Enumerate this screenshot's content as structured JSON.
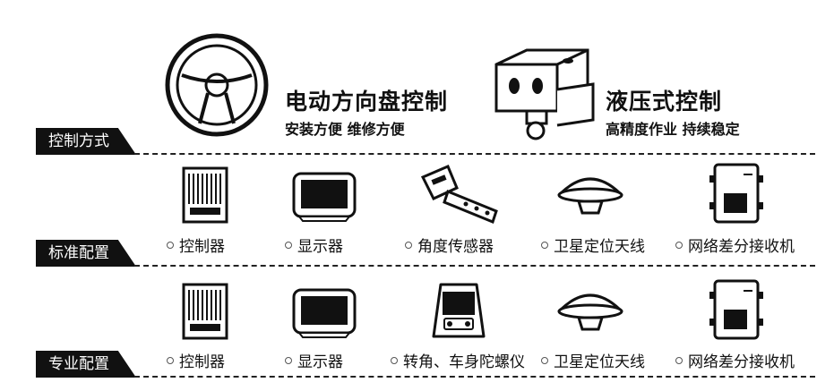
{
  "sections": [
    {
      "label": "控制方式"
    },
    {
      "label": "标准配置"
    },
    {
      "label": "专业配置"
    }
  ],
  "control_methods": [
    {
      "title": "电动方向盘控制",
      "subtitle": "安装方便 维修方便",
      "icon": "steering-wheel-icon"
    },
    {
      "title": "液压式控制",
      "subtitle": "高精度作业 持续稳定",
      "icon": "hydraulic-valve-icon"
    }
  ],
  "standard_items": [
    {
      "label": "控制器",
      "icon": "controller-icon"
    },
    {
      "label": "显示器",
      "icon": "display-icon"
    },
    {
      "label": "角度传感器",
      "icon": "angle-sensor-icon"
    },
    {
      "label": "卫星定位天线",
      "icon": "gnss-antenna-icon"
    },
    {
      "label": "网络差分接收机",
      "icon": "rtk-receiver-icon"
    }
  ],
  "pro_items": [
    {
      "label": "控制器",
      "icon": "controller-icon"
    },
    {
      "label": "显示器",
      "icon": "display-icon"
    },
    {
      "label": "转角、车身陀螺仪",
      "icon": "gyroscope-icon"
    },
    {
      "label": "卫星定位天线",
      "icon": "gnss-antenna-icon"
    },
    {
      "label": "网络差分接收机",
      "icon": "rtk-receiver-icon"
    }
  ]
}
